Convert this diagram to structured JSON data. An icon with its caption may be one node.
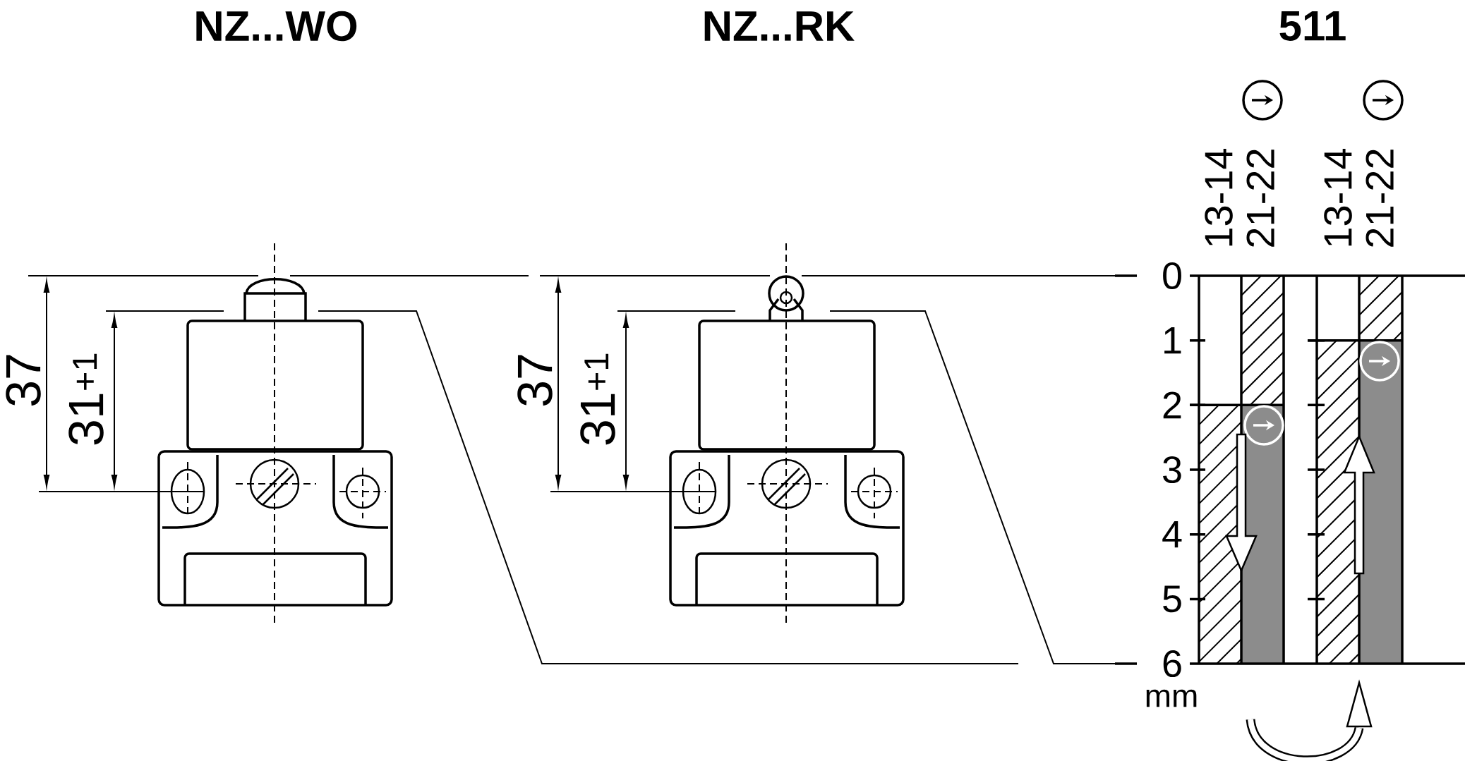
{
  "diagram": {
    "labels": [
      "NZ...WO",
      "NZ...RK",
      "511",
      "37",
      "31$^{+1}$",
      "37",
      "31$^{+1}$",
      "13-14",
      "21-22",
      "13-14",
      "21-22",
      "0",
      "1",
      "2",
      "3",
      "4",
      "5",
      "6",
      "mm"
    ]
  }
}
